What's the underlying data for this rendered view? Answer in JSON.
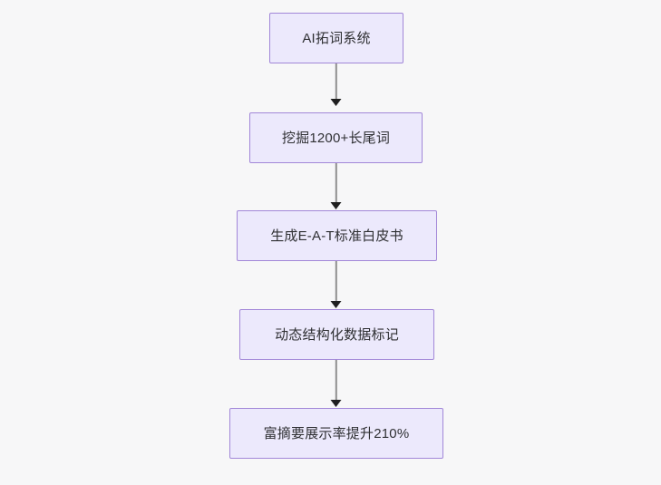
{
  "diagram": {
    "type": "flowchart",
    "direction": "top-to-bottom",
    "background_color": "#f7f7f8",
    "node_fill_color": "#ece9fc",
    "node_border_color": "#a287d8",
    "node_text_color": "#2f3033",
    "edge_line_color": "#8f8f8f",
    "edge_arrow_color": "#1f1f1f",
    "nodes": [
      {
        "id": "node-1",
        "label": "AI拓词系统"
      },
      {
        "id": "node-2",
        "label": "挖掘1200+长尾词"
      },
      {
        "id": "node-3",
        "label": "生成E-A-T标准白皮书"
      },
      {
        "id": "node-4",
        "label": "动态结构化数据标记"
      },
      {
        "id": "node-5",
        "label": "富摘要展示率提升210%"
      }
    ],
    "edges": [
      {
        "id": "edge-1",
        "from": "node-1",
        "to": "node-2",
        "label": ""
      },
      {
        "id": "edge-2",
        "from": "node-2",
        "to": "node-3",
        "label": ""
      },
      {
        "id": "edge-3",
        "from": "node-3",
        "to": "node-4",
        "label": ""
      },
      {
        "id": "edge-4",
        "from": "node-4",
        "to": "node-5",
        "label": ""
      }
    ]
  }
}
